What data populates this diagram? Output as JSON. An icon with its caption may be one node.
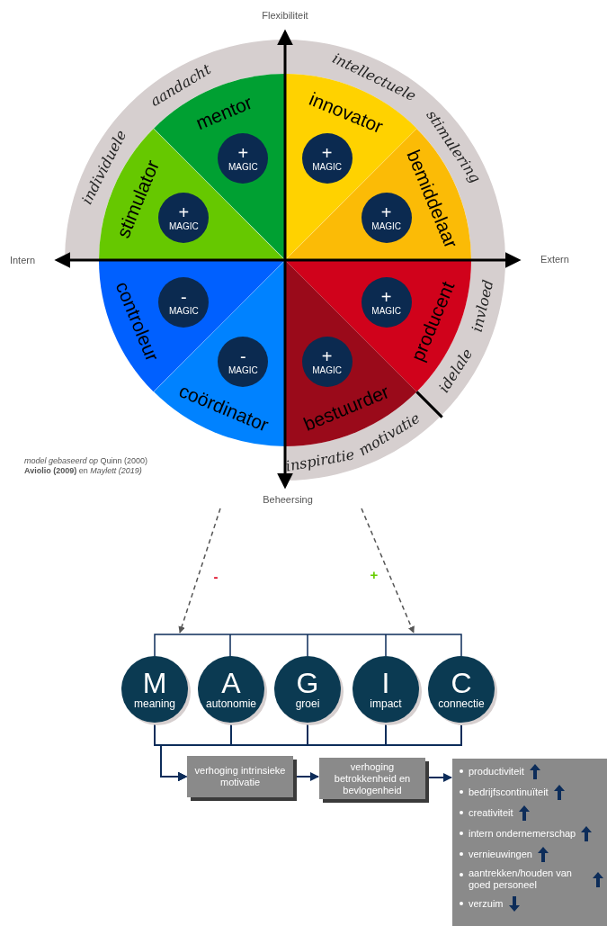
{
  "diagram": {
    "nodes": [
      {
        "text": [
          "mentor"
        ]
      },
      {
        "text": [
          "+",
          "MAGIC"
        ],
        "in": 0
      },
      {
        "text": [
          "innovator"
        ]
      },
      {
        "text": [
          "+",
          "MAGIC"
        ],
        "in": 2
      },
      {
        "text": [
          "stimulator"
        ]
      },
      {
        "text": [
          "+",
          "MAGIC"
        ],
        "in": 4
      },
      {
        "text": [
          "bemiddelaar"
        ]
      },
      {
        "text": [
          "+",
          "MAGIC"
        ],
        "in": 6
      },
      {
        "text": [
          "controleur"
        ]
      },
      {
        "text": [
          "-",
          "MAGIC"
        ],
        "in": 8
      },
      {
        "text": [
          "producent"
        ]
      },
      {
        "text": [
          "+",
          "MAGIC"
        ],
        "in": 10
      },
      {
        "text": [
          "coördinator"
        ]
      },
      {
        "text": [
          "-",
          "MAGIC"
        ],
        "in": 12
      },
      {
        "text": [
          "bestuurder"
        ]
      },
      {
        "text": [
          "+",
          "MAGIC"
        ],
        "in": 14
      },
      {
        "text": [
          "M",
          "meaning"
        ]
      },
      {
        "text": [
          "A",
          "autonomie"
        ]
      },
      {
        "text": [
          "G",
          "groei"
        ]
      },
      {
        "text": [
          "I",
          "impact"
        ]
      },
      {
        "text": [
          "C",
          "connectie"
        ]
      },
      {
        "text": [
          "verhoging intrinsieke motivatie"
        ]
      },
      {
        "text": [
          "verhoging betrokkenheid en bevlogenheid"
        ]
      },
      {
        "text": [
          "productiviteit",
          "bedrijfscontinuïteit",
          "creativiteit",
          "intern ondernemerschap",
          "vernieuwingen",
          "aantrekken/houden van goed personeel",
          "verzuim"
        ]
      }
    ],
    "edges": [
      {
        "from": null,
        "to": 16,
        "arrow": "to",
        "label": "-",
        "style": "dashed",
        "color": "#555555"
      },
      {
        "from": null,
        "to": 19,
        "arrow": "to",
        "label": "+",
        "style": "dashed",
        "color": "#555555"
      },
      {
        "from": 16,
        "to": 21,
        "arrow": "to"
      },
      {
        "from": 17,
        "to": 21,
        "arrow": "to"
      },
      {
        "from": 18,
        "to": 21,
        "arrow": "to"
      },
      {
        "from": 19,
        "to": 21,
        "arrow": "to"
      },
      {
        "from": 20,
        "to": 21,
        "arrow": "to"
      },
      {
        "from": 21,
        "to": 22,
        "arrow": "to"
      },
      {
        "from": 22,
        "to": 23,
        "arrow": "to"
      }
    ],
    "labels": [
      "Flexibiliteit",
      "Intern",
      "Extern",
      "Beheersing",
      "individuele",
      "aandacht",
      "intellectuele",
      "stimulering",
      "idelale",
      "invloed",
      "inspiratie",
      "motivatie",
      "*model gebaseerd op* Quinn (2000) **Aviolio (2009)** en *Maylett (2019)*"
    ]
  }
}
